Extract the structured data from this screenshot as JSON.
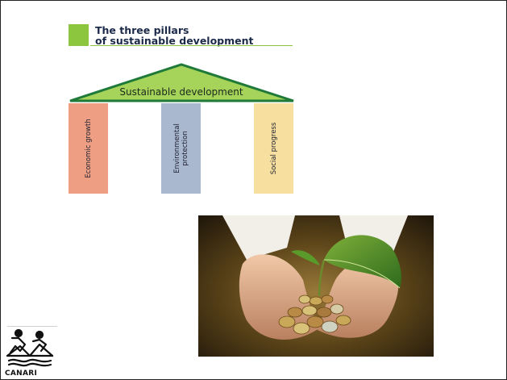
{
  "diagram": {
    "title_line1": "The three pillars",
    "title_line2": "of sustainable development",
    "roof_label": "Sustainable development",
    "pillars": [
      {
        "label": "Economic growth",
        "color": "#ee9f83"
      },
      {
        "label_line1": "Environmental",
        "label_line2": "protection",
        "color": "#a9b7cf"
      },
      {
        "label": "Social progress",
        "color": "#f7dfa0"
      }
    ],
    "accent_color": "#8cc63f",
    "roof_stroke": "#1f7a3a"
  },
  "photo": {
    "subject": "hands-holding-coins-with-seedling-image"
  },
  "logo": {
    "text": "CANARI",
    "icon": "canari-logo-icon"
  }
}
